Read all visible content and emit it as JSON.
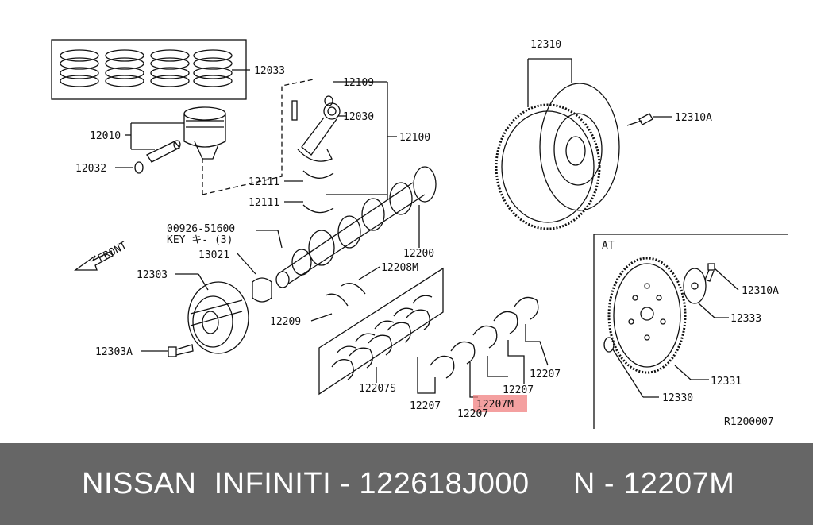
{
  "labels": {
    "p12033": "12033",
    "p12109": "12109",
    "p12030": "12030",
    "p12100": "12100",
    "p12010": "12010",
    "p12032": "12032",
    "p12111a": "12111",
    "p12111b": "12111",
    "p12310": "12310",
    "p12310A": "12310A",
    "p00926": "00926-51600",
    "key": "KEY キ- (3)",
    "p13021": "13021",
    "front": "FRONT",
    "p12200": "12200",
    "p12208M": "12208M",
    "p12303": "12303",
    "p12209": "12209",
    "p12303A": "12303A",
    "p12207S": "12207S",
    "p12207a": "12207",
    "p12207b": "12207",
    "p12207c": "12207",
    "p12207d": "12207",
    "p12207M": "12207M",
    "at": "AT",
    "p12310A_at": "12310A",
    "p12333": "12333",
    "p12331": "12331",
    "p12330": "12330",
    "ref": "R1200007"
  },
  "footer": {
    "text": "NISSAN  INFINITI - 122618J000     N - 12207M"
  },
  "colors": {
    "highlight": "#f08080",
    "footer_bg": "#666666",
    "footer_text": "#ffffff"
  }
}
